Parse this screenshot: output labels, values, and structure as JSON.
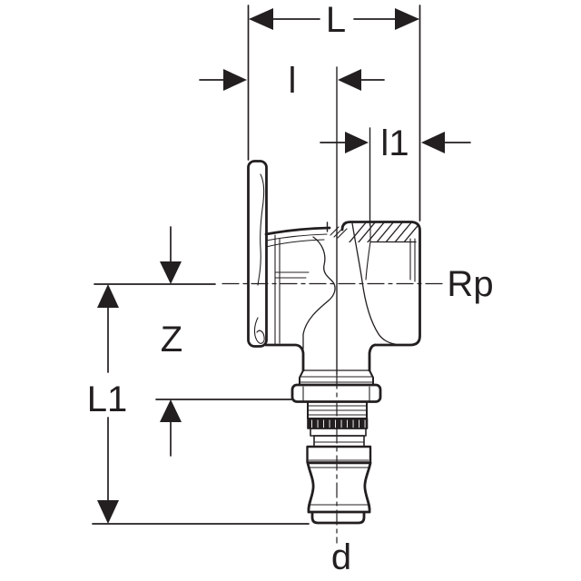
{
  "diagram": {
    "kind": "technical dimension drawing",
    "subject": "wall elbow pipe fitting, side section view",
    "colors": {
      "line": "#231f20",
      "background": "#ffffff"
    },
    "labels": {
      "overall_width": "L",
      "inner_width": "l",
      "socket_depth": "l1",
      "thread_size": "Rp",
      "offset": "Z",
      "overall_height": "L1",
      "pipe_diameter": "d"
    }
  }
}
